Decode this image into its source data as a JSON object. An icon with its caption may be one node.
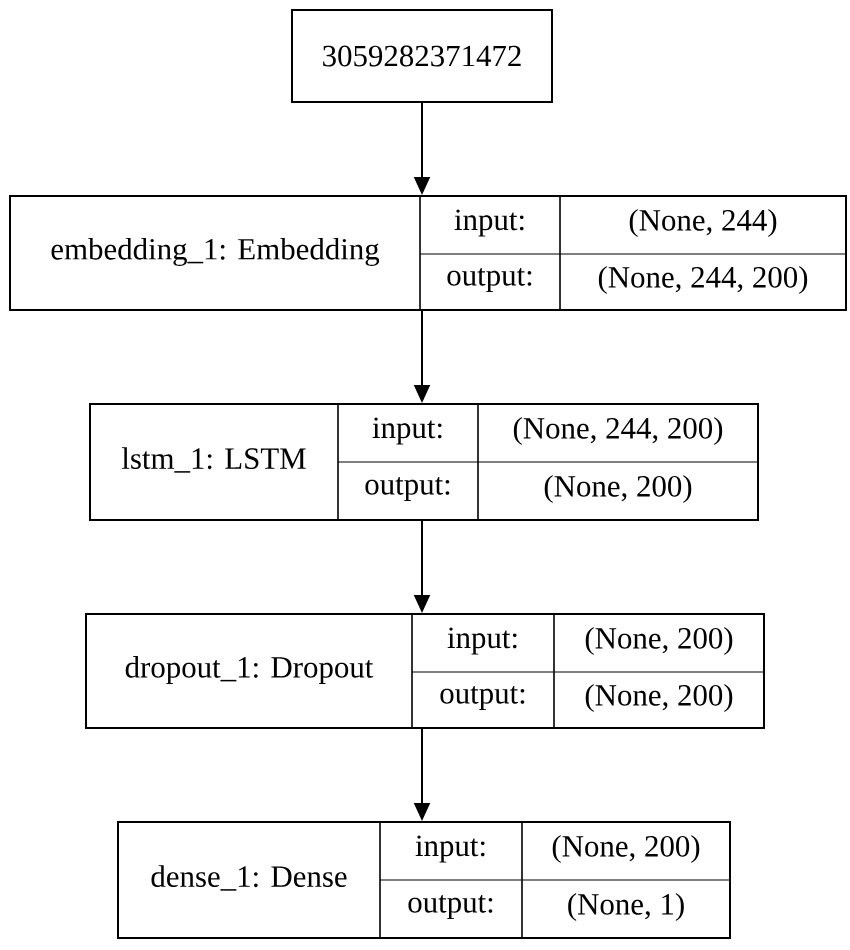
{
  "diagram": {
    "nodes": [
      {
        "text": [
          "3059282371472"
        ]
      },
      {
        "text": [
          "embedding_1: Embedding",
          "input:",
          "(None, 244)",
          "output:",
          "(None, 244, 200)"
        ]
      },
      {
        "text": [
          "lstm_1: LSTM",
          "input:",
          "(None, 244, 200)",
          "output:",
          "(None, 200)"
        ]
      },
      {
        "text": [
          "dropout_1: Dropout",
          "input:",
          "(None, 200)",
          "output:",
          "(None, 200)"
        ]
      },
      {
        "text": [
          "dense_1: Dense",
          "input:",
          "(None, 200)",
          "output:",
          "(None, 1)"
        ]
      }
    ],
    "edges": [
      {
        "from": 0,
        "to": 1,
        "arrow": "to"
      },
      {
        "from": 1,
        "to": 2,
        "arrow": "to"
      },
      {
        "from": 2,
        "to": 3,
        "arrow": "to"
      },
      {
        "from": 3,
        "to": 4,
        "arrow": "to"
      }
    ]
  }
}
